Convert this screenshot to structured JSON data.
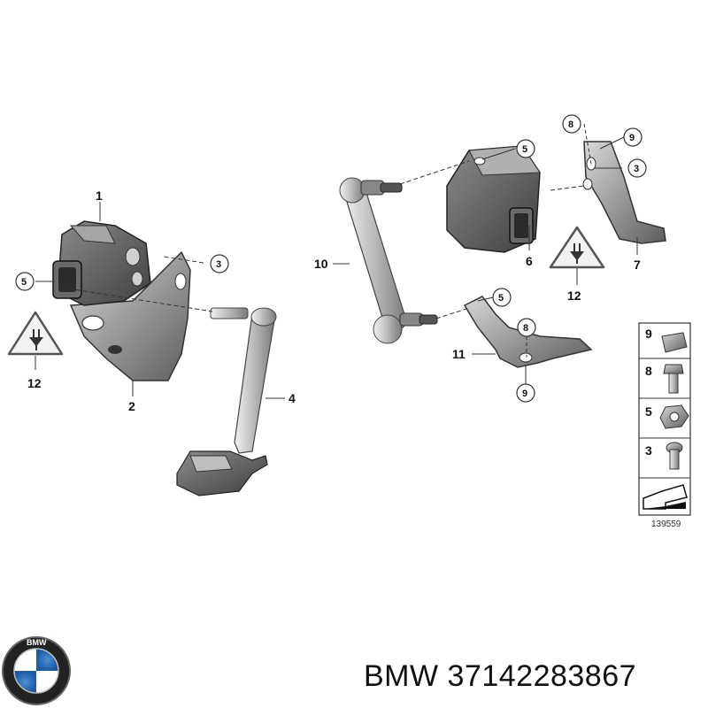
{
  "diagram": {
    "callouts": {
      "c1": "1",
      "c2": "2",
      "c3a": "3",
      "c4": "4",
      "c5a": "5",
      "c12a": "12",
      "c10": "10",
      "c5b": "5",
      "c6": "6",
      "c8a": "8",
      "c9a": "9",
      "c3b": "3",
      "c7": "7",
      "c12b": "12",
      "c5c": "5",
      "c8b": "8",
      "c11": "11",
      "c9b": "9"
    },
    "legend": [
      "9",
      "8",
      "5",
      "3"
    ],
    "doc_number": "139559"
  },
  "footer": {
    "brand_logo_text": "BMW",
    "text": "BMW 37142283867"
  }
}
